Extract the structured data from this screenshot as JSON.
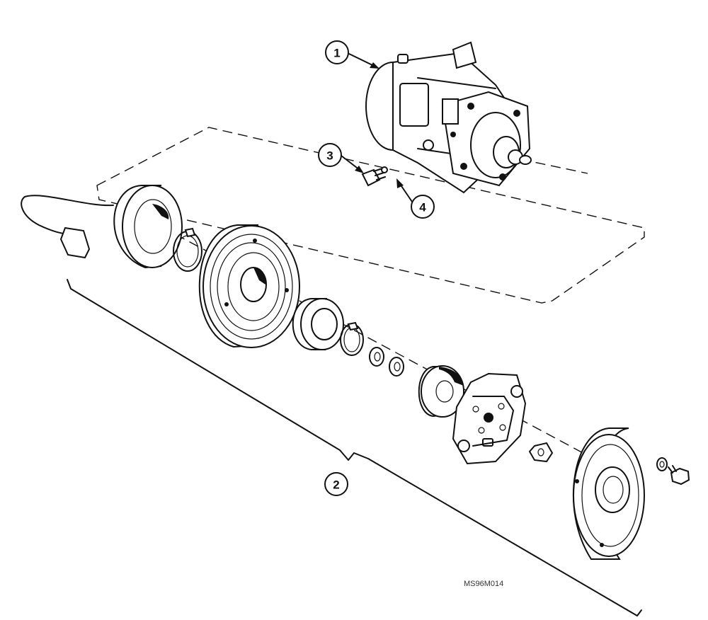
{
  "callouts": [
    {
      "id": "callout-1",
      "label": "1"
    },
    {
      "id": "callout-2",
      "label": "2"
    },
    {
      "id": "callout-3",
      "label": "3"
    },
    {
      "id": "callout-4",
      "label": "4"
    }
  ],
  "figure_id": "MS96M014"
}
